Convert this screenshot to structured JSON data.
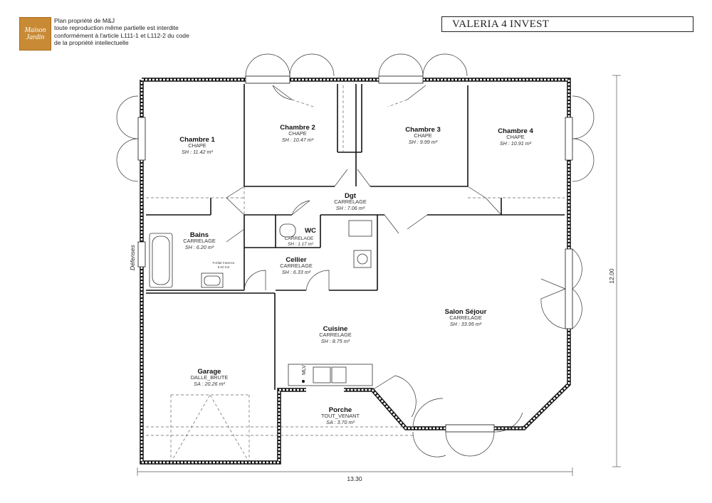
{
  "header": {
    "logo_text": [
      "Maison",
      "Jardin"
    ],
    "notice_lines": [
      "Plan propriété de M&J",
      "toute reproduction même partielle est interdite",
      "conformément à l'article L111-1 et L112-2 du code",
      "de la propriété intellectuelle"
    ],
    "project_title": "VALERIA 4 INVEST"
  },
  "rooms": {
    "chambre1": {
      "name": "Chambre 1",
      "material": "CHAPE",
      "area": "SH : 11.42 m²"
    },
    "chambre2": {
      "name": "Chambre 2",
      "material": "CHAPE",
      "area": "SH : 10.47 m²"
    },
    "chambre3": {
      "name": "Chambre 3",
      "material": "CHAPE",
      "area": "SH : 9.99 m²"
    },
    "chambre4": {
      "name": "Chambre 4",
      "material": "CHAPE",
      "area": "SH : 10.91 m²"
    },
    "dgt": {
      "name": "Dgt",
      "material": "CARRELAGE",
      "area": "SH : 7.06 m²"
    },
    "bains": {
      "name": "Bains",
      "material": "CARRELAGE",
      "area": "SH : 6.20 m²"
    },
    "wc": {
      "name": "WC",
      "material": "CARRELAGE",
      "area": "SH : 1.17 m²"
    },
    "cellier": {
      "name": "Cellier",
      "material": "CARRELAGE",
      "area": "SH : 6.33 m²"
    },
    "cuisine": {
      "name": "Cuisine",
      "material": "CARRELAGE",
      "area": "SH : 8.75 m²"
    },
    "salon": {
      "name": "Salon Séjour",
      "material": "CARRELAGE",
      "area": "SH : 33.95 m²"
    },
    "garage": {
      "name": "Garage",
      "material": "DALLE_BRUTE",
      "area": "SA : 20.26 m²"
    },
    "porche": {
      "name": "Porche",
      "material": "TOUT_VENANT",
      "area": "SA : 3.70 m²"
    }
  },
  "labels": {
    "defenses": "Défenses",
    "mlv": "MLV",
    "faience_line1": "Forfait Faïence",
    "faience_line2": "6.00 m2"
  },
  "dimensions": {
    "width": "13.30",
    "height": "12.00"
  }
}
